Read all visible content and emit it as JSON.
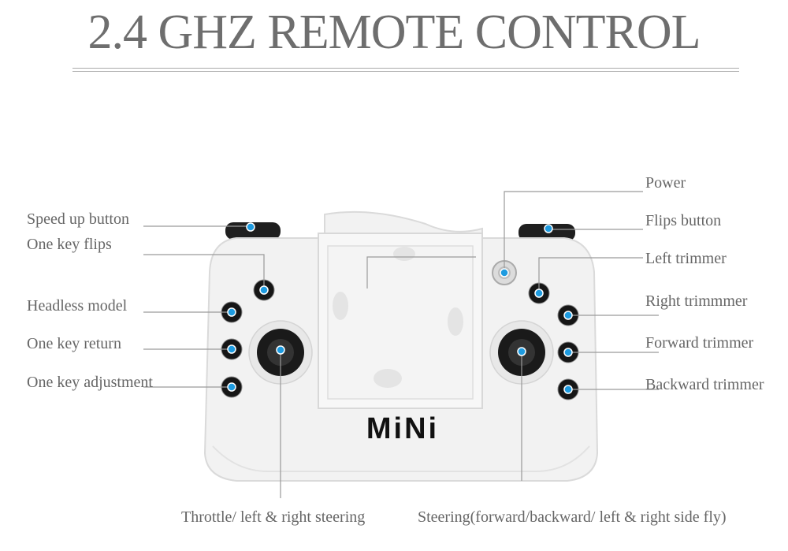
{
  "title": "2.4 GHZ REMOTE CONTROL",
  "brand": "MiNi",
  "accent_color": "#1e9be0",
  "labels": {
    "speed_up": "Speed up button",
    "flips": "One key flips",
    "headless": "Headless model",
    "return": "One key return",
    "adjust": "One key adjustment",
    "power": "Power",
    "flips_button": "Flips button",
    "left_trim": "Left trimmer",
    "right_trim": "Right trimmmer",
    "forward_trim": "Forward trimmer",
    "backward_trim": "Backward trimmer",
    "throttle": "Throttle/ left & right steering",
    "steering": "Steering(forward/backward/ left & right side fly)"
  }
}
